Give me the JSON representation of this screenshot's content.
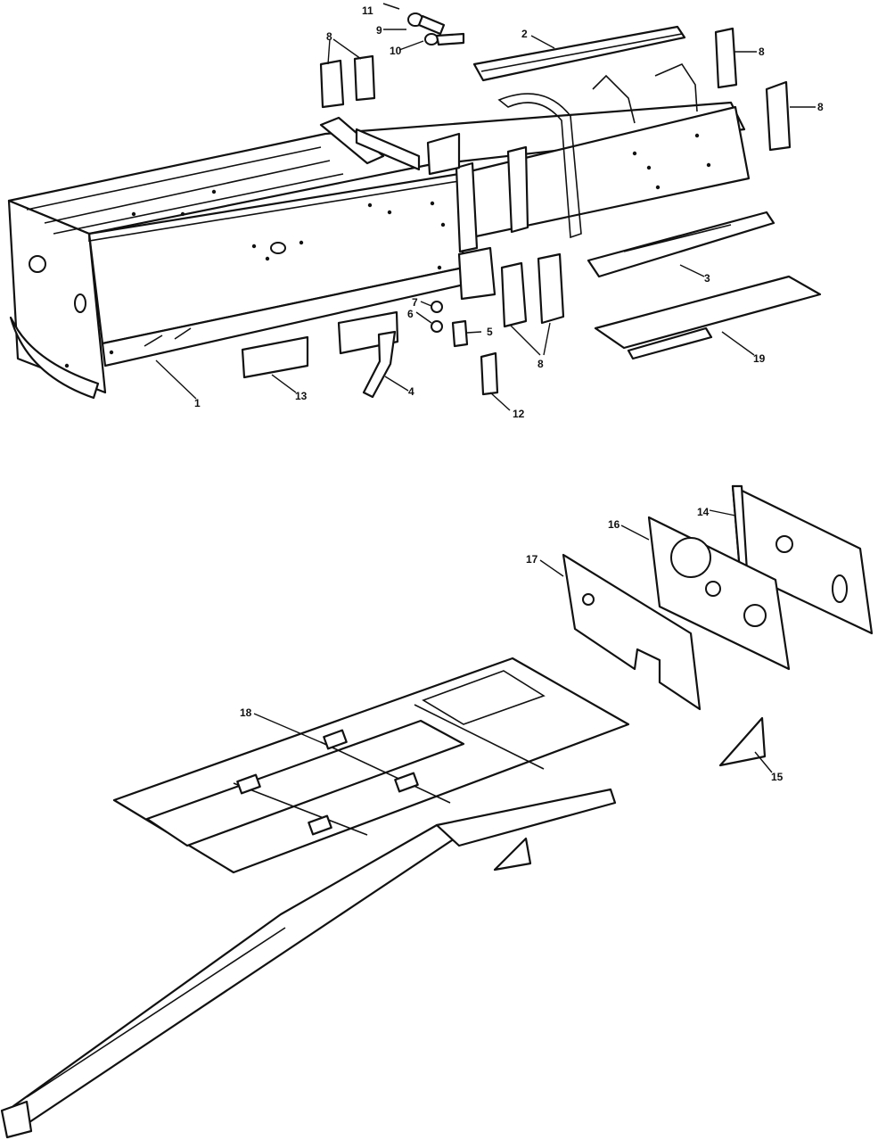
{
  "callouts": [
    {
      "id": "1",
      "label": "1"
    },
    {
      "id": "2",
      "label": "2"
    },
    {
      "id": "3",
      "label": "3"
    },
    {
      "id": "4",
      "label": "4"
    },
    {
      "id": "5",
      "label": "5"
    },
    {
      "id": "6",
      "label": "6"
    },
    {
      "id": "7",
      "label": "7"
    },
    {
      "id": "8a",
      "label": "8"
    },
    {
      "id": "8b",
      "label": "8"
    },
    {
      "id": "8c",
      "label": "8"
    },
    {
      "id": "8d",
      "label": "8"
    },
    {
      "id": "9",
      "label": "9"
    },
    {
      "id": "10",
      "label": "10"
    },
    {
      "id": "11",
      "label": "11"
    },
    {
      "id": "12",
      "label": "12"
    },
    {
      "id": "13",
      "label": "13"
    },
    {
      "id": "14",
      "label": "14"
    },
    {
      "id": "15",
      "label": "15"
    },
    {
      "id": "16",
      "label": "16"
    },
    {
      "id": "17",
      "label": "17"
    },
    {
      "id": "18",
      "label": "18"
    },
    {
      "id": "19",
      "label": "19"
    }
  ]
}
